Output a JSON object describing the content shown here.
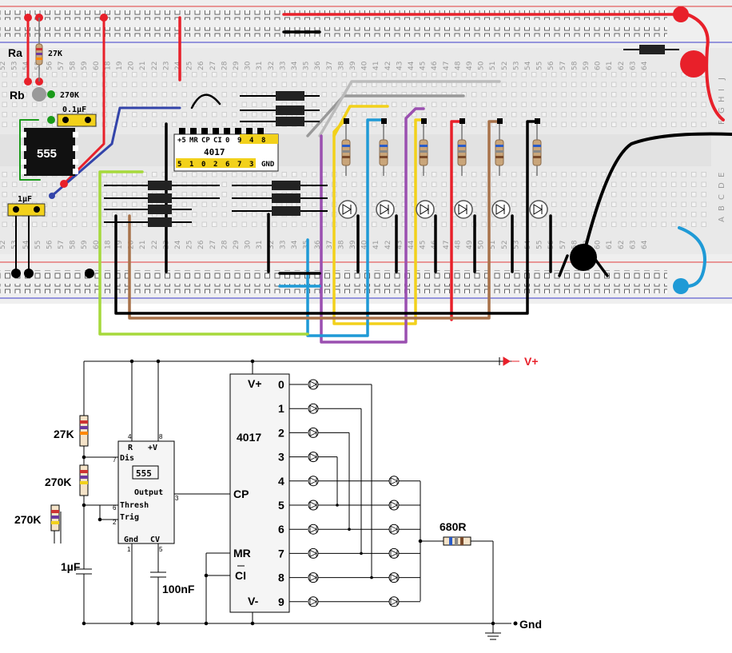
{
  "breadboard": {
    "labels": {
      "ra": "Ra",
      "ra_value": "27K",
      "rb": "Rb",
      "rb_value": "270K",
      "c_small": "0.1µF",
      "c_big": "1µF",
      "timer": "555",
      "counter": "4017",
      "counter_top_pins": [
        "+5",
        "MR",
        "CP",
        "CI",
        "0",
        "9",
        "4",
        "8"
      ],
      "counter_bottom_pins": [
        "5",
        "1",
        "0",
        "2",
        "6",
        "7",
        "3",
        "GND"
      ],
      "row_letters_top": [
        "F",
        "G",
        "H",
        "I",
        "J"
      ],
      "row_letters_bottom": [
        "A",
        "B",
        "C",
        "D",
        "E"
      ],
      "column_numbers": [
        "52",
        "53",
        "54",
        "55",
        "56",
        "57",
        "58",
        "59",
        "60",
        "18",
        "19",
        "20",
        "21",
        "22",
        "23",
        "24",
        "25",
        "26",
        "27",
        "28",
        "29",
        "30",
        "31",
        "32",
        "33",
        "34",
        "35",
        "36",
        "37",
        "38",
        "39",
        "40",
        "41",
        "42",
        "43",
        "44",
        "45",
        "46",
        "47",
        "48",
        "49",
        "50",
        "51",
        "52",
        "53",
        "54",
        "55",
        "56",
        "57",
        "58",
        "59",
        "60",
        "61",
        "62",
        "63",
        "64"
      ]
    },
    "colors": {
      "red": "#e8202a",
      "blue": "#1f9ad6",
      "black": "#000000",
      "yellow": "#f2d11b",
      "green": "#1a9a1a",
      "lime": "#a6d93b",
      "brown": "#a8724a",
      "purple": "#9a4fb0",
      "grey": "#bbbbbb",
      "navy": "#3344aa",
      "rail_red": "#e23b3b",
      "rail_blue": "#3b3bc8"
    }
  },
  "schematic": {
    "supply": "V+",
    "ground": "Gnd",
    "timer": {
      "name": "555",
      "pins": {
        "reset": "R",
        "vcc": "+V",
        "dis": "Dis",
        "output": "Output",
        "thresh": "Thresh",
        "trig": "Trig",
        "gnd": "Gnd",
        "cv": "CV"
      },
      "pin_numbers": {
        "reset": "4",
        "vcc": "8",
        "dis": "7",
        "output": "3",
        "thresh": "6",
        "trig": "2",
        "gnd": "1",
        "cv": "5"
      }
    },
    "counter": {
      "name": "4017",
      "vplus": "V+",
      "vminus": "V-",
      "cp": "CP",
      "mr": "MR",
      "ci": "CI",
      "outputs": [
        "0",
        "1",
        "2",
        "3",
        "4",
        "5",
        "6",
        "7",
        "8",
        "9"
      ]
    },
    "components": {
      "r1": "27K",
      "r2": "270K",
      "r3": "270K",
      "c1": "1µF",
      "c2": "100nF",
      "r_led": "680R"
    }
  }
}
